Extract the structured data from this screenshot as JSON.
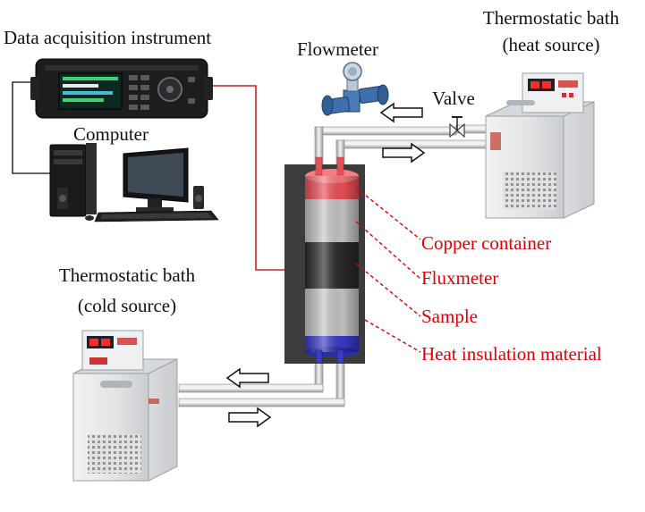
{
  "labels": {
    "data_acquisition": "Data acquisition instrument",
    "computer": "Computer",
    "flowmeter": "Flowmeter",
    "valve": "Valve",
    "hot_bath_line1": "Thermostatic bath",
    "hot_bath_line2": "(heat source)",
    "cold_bath_line1": "Thermostatic bath",
    "cold_bath_line2": "(cold source)",
    "copper_container": "Copper container",
    "fluxmeter": "Fluxmeter",
    "sample": "Sample",
    "insulation": "Heat insulation material"
  },
  "colors": {
    "annotation": "#e00000",
    "copper": "#f0505a",
    "cold_end": "#3a3acc",
    "insulation": "#3c3c3c",
    "fluxmeter": "#2a2a2a",
    "sample": "#c8c8c8",
    "pipe": "#bdbdbd",
    "bath_body": "#e4e6e8"
  }
}
